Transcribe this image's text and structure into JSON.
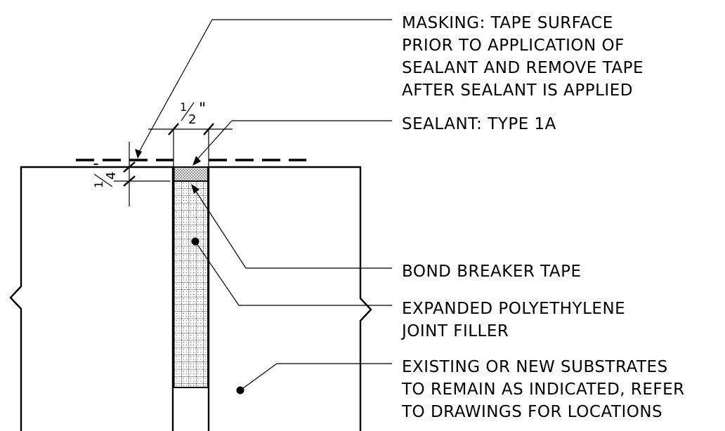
{
  "callouts": {
    "masking": {
      "line1": "MASKING: TAPE SURFACE",
      "line2": "PRIOR TO APPLICATION OF",
      "line3": "SEALANT AND REMOVE TAPE",
      "line4": "AFTER SEALANT IS APPLIED"
    },
    "sealant": {
      "line1": "SEALANT: TYPE 1A"
    },
    "bond_breaker": {
      "line1": "BOND BREAKER TAPE"
    },
    "joint_filler": {
      "line1": "EXPANDED POLYETHYLENE",
      "line2": "JOINT FILLER"
    },
    "substrates": {
      "line1": "EXISTING OR NEW SUBSTRATES",
      "line2": "TO REMAIN AS INDICATED, REFER",
      "line3": "TO DRAWINGS FOR LOCATIONS"
    }
  },
  "dimensions": {
    "width_numerator": "1",
    "width_denominator": "2",
    "width_mark": "\"",
    "depth_numerator": "1",
    "depth_denominator": "4",
    "depth_mark": "\""
  }
}
